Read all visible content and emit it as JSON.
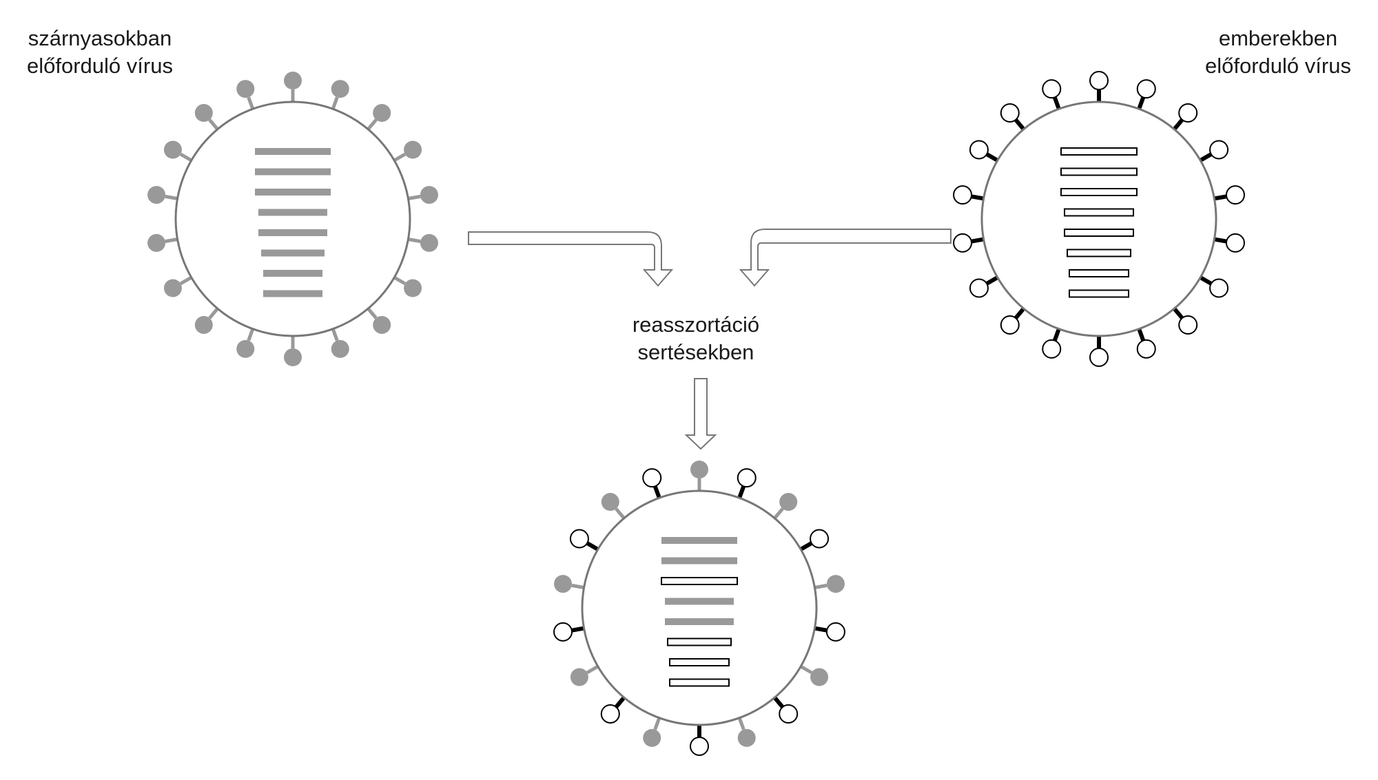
{
  "labels": {
    "avian_virus": [
      "szárnyasokban",
      "előforduló vírus"
    ],
    "human_virus": [
      "emberekben",
      "előforduló vírus"
    ],
    "reassortment": [
      "reasszortáció",
      "sertésekben"
    ]
  },
  "colors": {
    "avian": "#999999",
    "human": "#000000",
    "outline": "#777777",
    "arrow": "#777777"
  },
  "viruses": {
    "avian": {
      "segments": [
        "avian",
        "avian",
        "avian",
        "avian",
        "avian",
        "avian",
        "avian",
        "avian"
      ],
      "spikes": "avian"
    },
    "human": {
      "segments": [
        "human",
        "human",
        "human",
        "human",
        "human",
        "human",
        "human",
        "human"
      ],
      "spikes": "human"
    },
    "reassortant": {
      "segments": [
        "avian",
        "avian",
        "human",
        "avian",
        "avian",
        "human",
        "human",
        "human"
      ],
      "spikes": "mixed"
    }
  }
}
